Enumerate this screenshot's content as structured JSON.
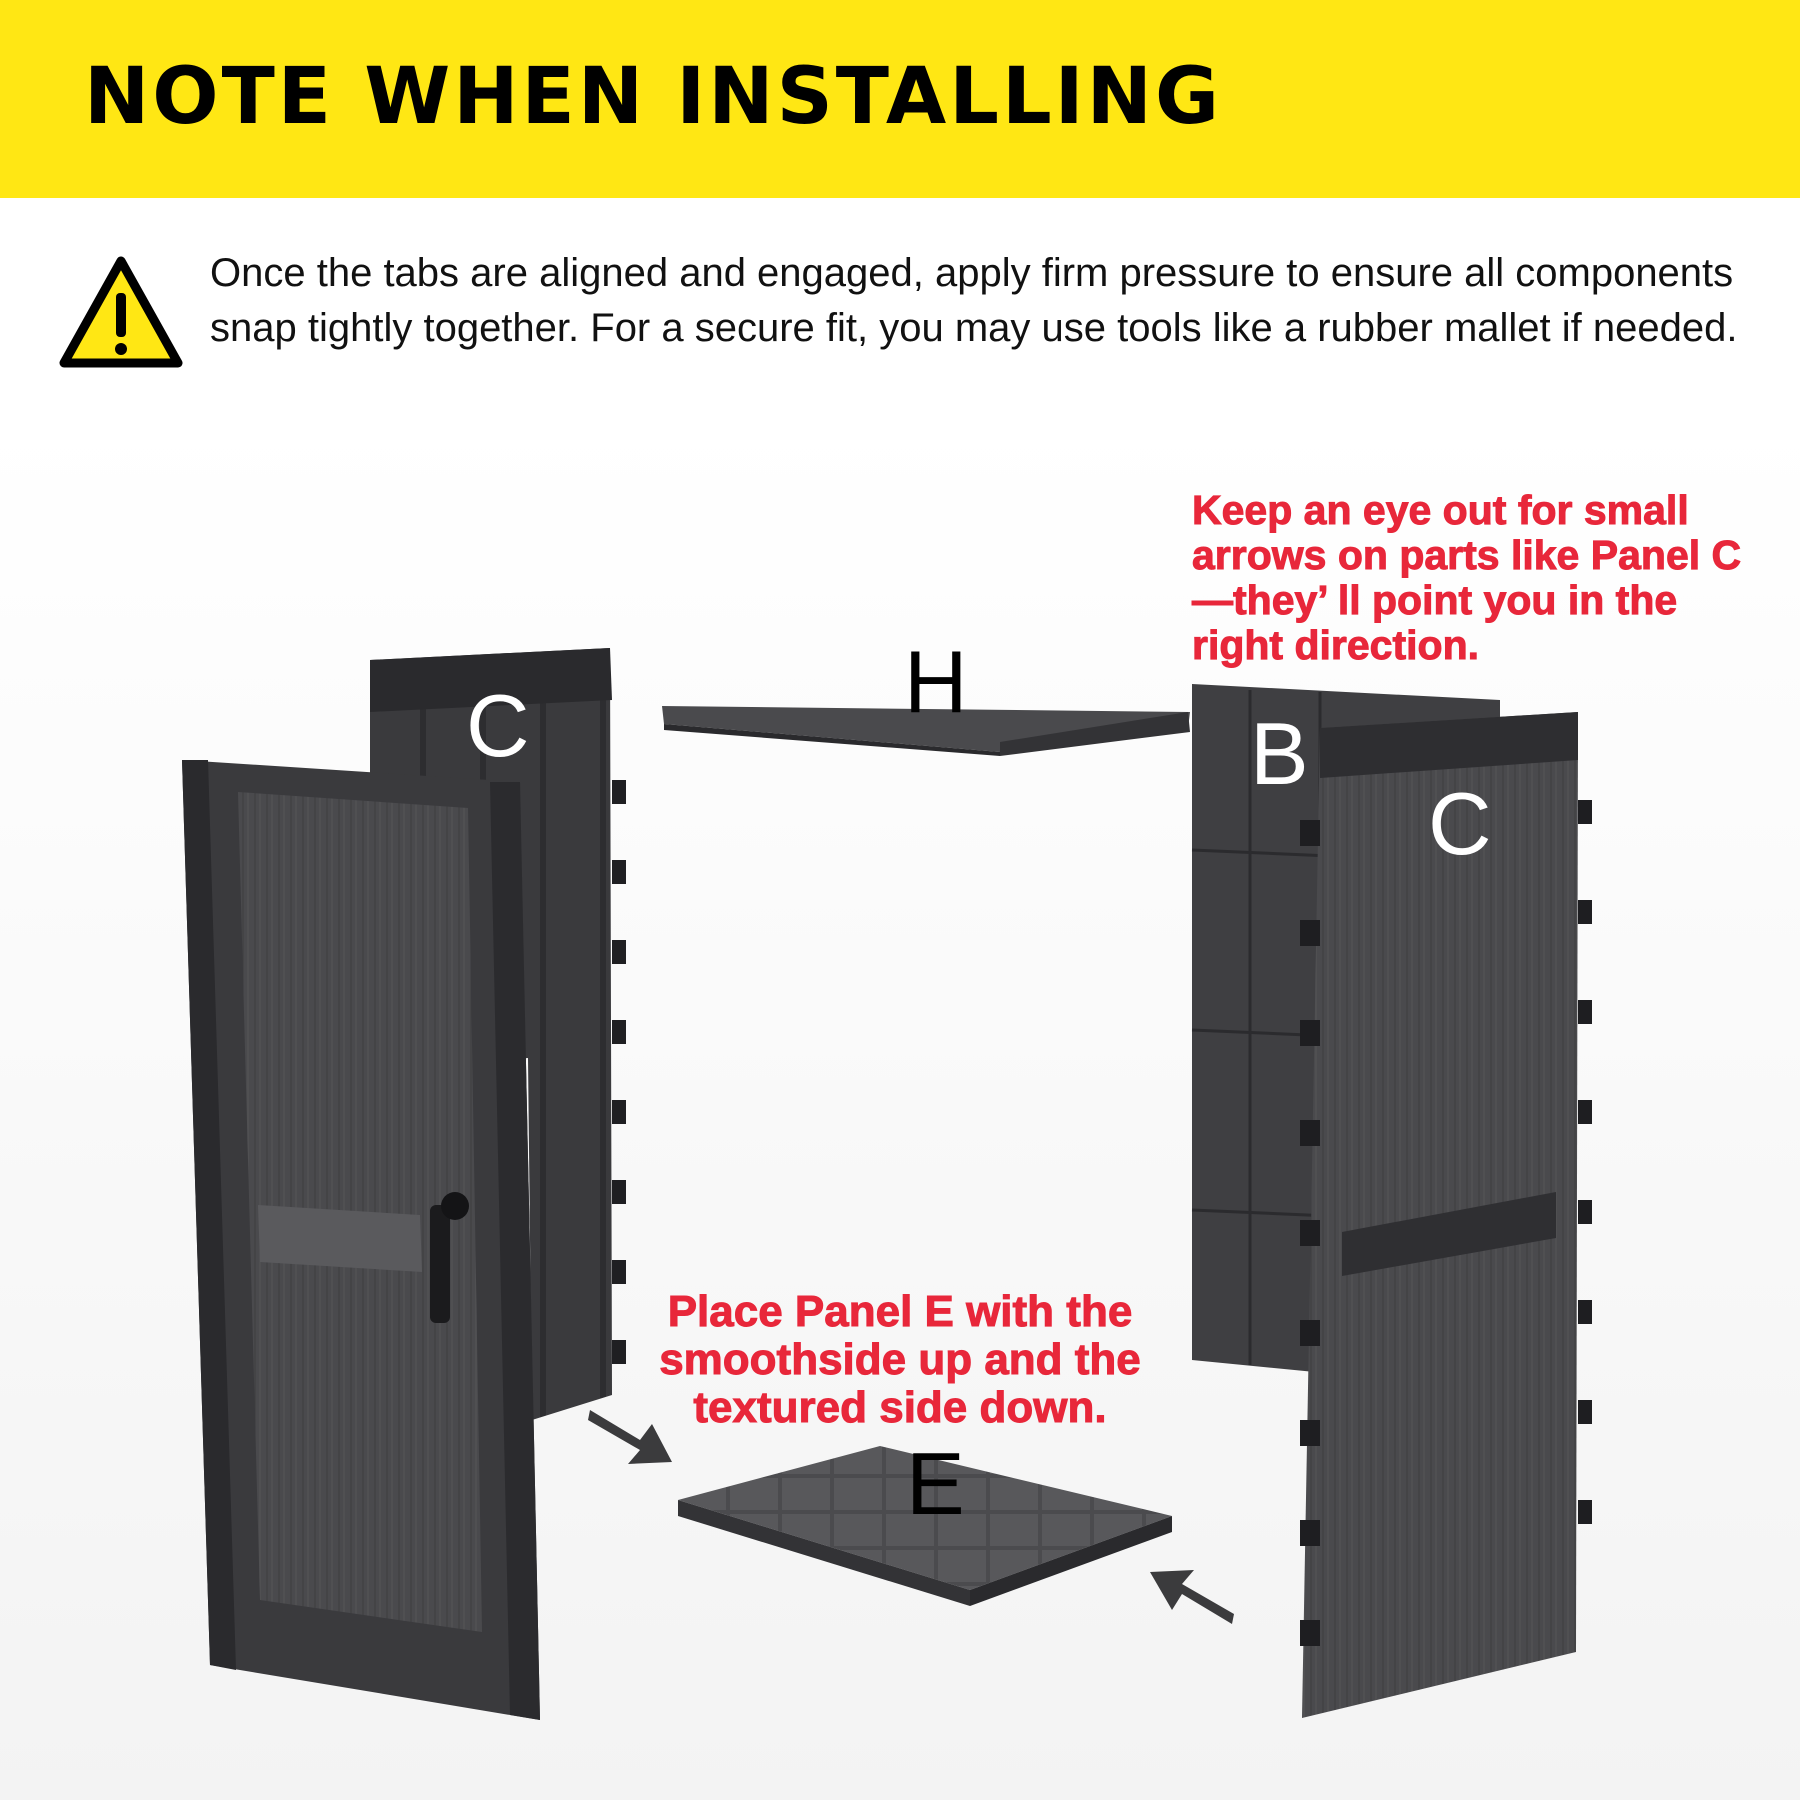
{
  "banner": {
    "title": "NOTE WHEN INSTALLING",
    "color": "#FFE714"
  },
  "warning": {
    "icon": "warning-triangle-icon",
    "text": "Once the tabs are aligned and engaged, apply firm pressure to ensure all components snap tightly together. For a secure fit, you may use tools like a rubber mallet if needed."
  },
  "callouts": {
    "arrows_tip": "Keep an eye out for small arrows on parts like Panel C—they’ ll point you in the right direction.",
    "panel_e_tip": "Place Panel E with the smoothside up and the textured side down.",
    "color": "#E8273A"
  },
  "part_labels": {
    "left_panel": "C",
    "roof": "H",
    "back_panel": "B",
    "right_panel": "C",
    "floor": "E"
  }
}
